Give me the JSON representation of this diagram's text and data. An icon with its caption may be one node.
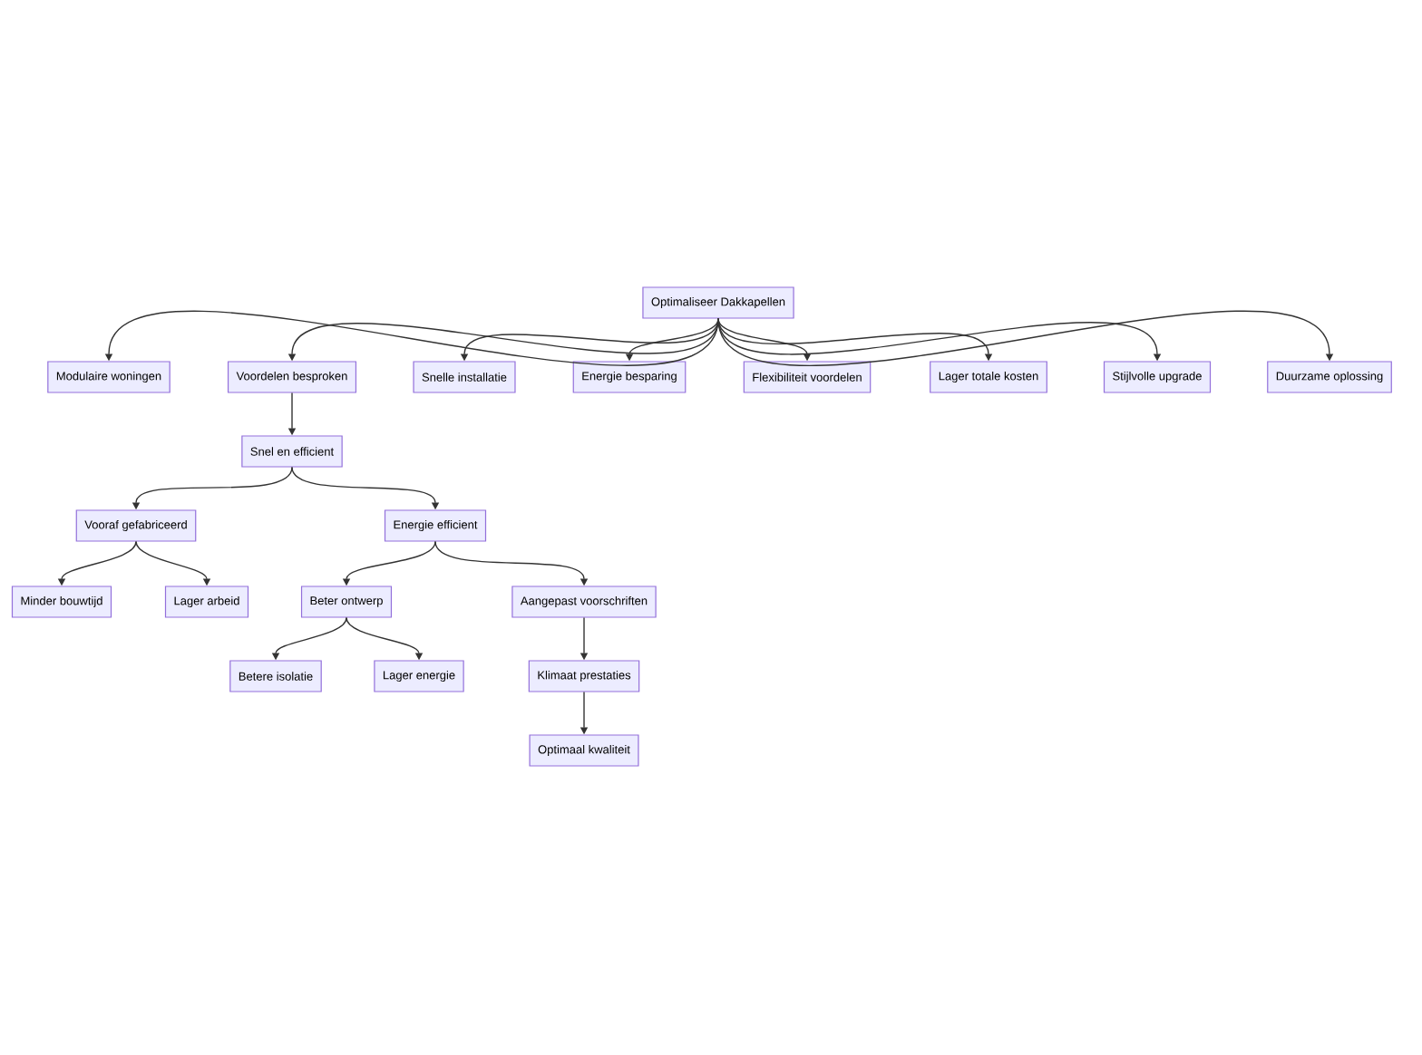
{
  "diagram": {
    "nodes": [
      {
        "text": [
          "Optimaliseer Dakkapellen"
        ]
      },
      {
        "text": [
          "Modulaire woningen"
        ]
      },
      {
        "text": [
          "Voordelen besproken"
        ]
      },
      {
        "text": [
          "Snelle installatie"
        ]
      },
      {
        "text": [
          "Energie besparing"
        ]
      },
      {
        "text": [
          "Flexibiliteit voordelen"
        ]
      },
      {
        "text": [
          "Lager totale kosten"
        ]
      },
      {
        "text": [
          "Stijlvolle upgrade"
        ]
      },
      {
        "text": [
          "Duurzame oplossing"
        ]
      },
      {
        "text": [
          "Snel en efficient"
        ]
      },
      {
        "text": [
          "Vooraf gefabriceerd"
        ]
      },
      {
        "text": [
          "Energie efficient"
        ]
      },
      {
        "text": [
          "Minder bouwtijd"
        ]
      },
      {
        "text": [
          "Lager arbeid"
        ]
      },
      {
        "text": [
          "Beter ontwerp"
        ]
      },
      {
        "text": [
          "Aangepast voorschriften"
        ]
      },
      {
        "text": [
          "Betere isolatie"
        ]
      },
      {
        "text": [
          "Lager energie"
        ]
      },
      {
        "text": [
          "Klimaat prestaties"
        ]
      },
      {
        "text": [
          "Optimaal kwaliteit"
        ]
      }
    ],
    "edges": [
      {
        "from": 0,
        "to": 1,
        "arrow": "to"
      },
      {
        "from": 0,
        "to": 2,
        "arrow": "to"
      },
      {
        "from": 0,
        "to": 3,
        "arrow": "to"
      },
      {
        "from": 0,
        "to": 4,
        "arrow": "to"
      },
      {
        "from": 0,
        "to": 5,
        "arrow": "to"
      },
      {
        "from": 0,
        "to": 6,
        "arrow": "to"
      },
      {
        "from": 0,
        "to": 7,
        "arrow": "to"
      },
      {
        "from": 0,
        "to": 8,
        "arrow": "to"
      },
      {
        "from": 2,
        "to": 9,
        "arrow": "to"
      },
      {
        "from": 9,
        "to": 10,
        "arrow": "to"
      },
      {
        "from": 9,
        "to": 11,
        "arrow": "to"
      },
      {
        "from": 10,
        "to": 12,
        "arrow": "to"
      },
      {
        "from": 10,
        "to": 13,
        "arrow": "to"
      },
      {
        "from": 11,
        "to": 14,
        "arrow": "to"
      },
      {
        "from": 11,
        "to": 15,
        "arrow": "to"
      },
      {
        "from": 14,
        "to": 16,
        "arrow": "to"
      },
      {
        "from": 14,
        "to": 17,
        "arrow": "to"
      },
      {
        "from": 15,
        "to": 18,
        "arrow": "to"
      },
      {
        "from": 18,
        "to": 19,
        "arrow": "to"
      }
    ]
  }
}
